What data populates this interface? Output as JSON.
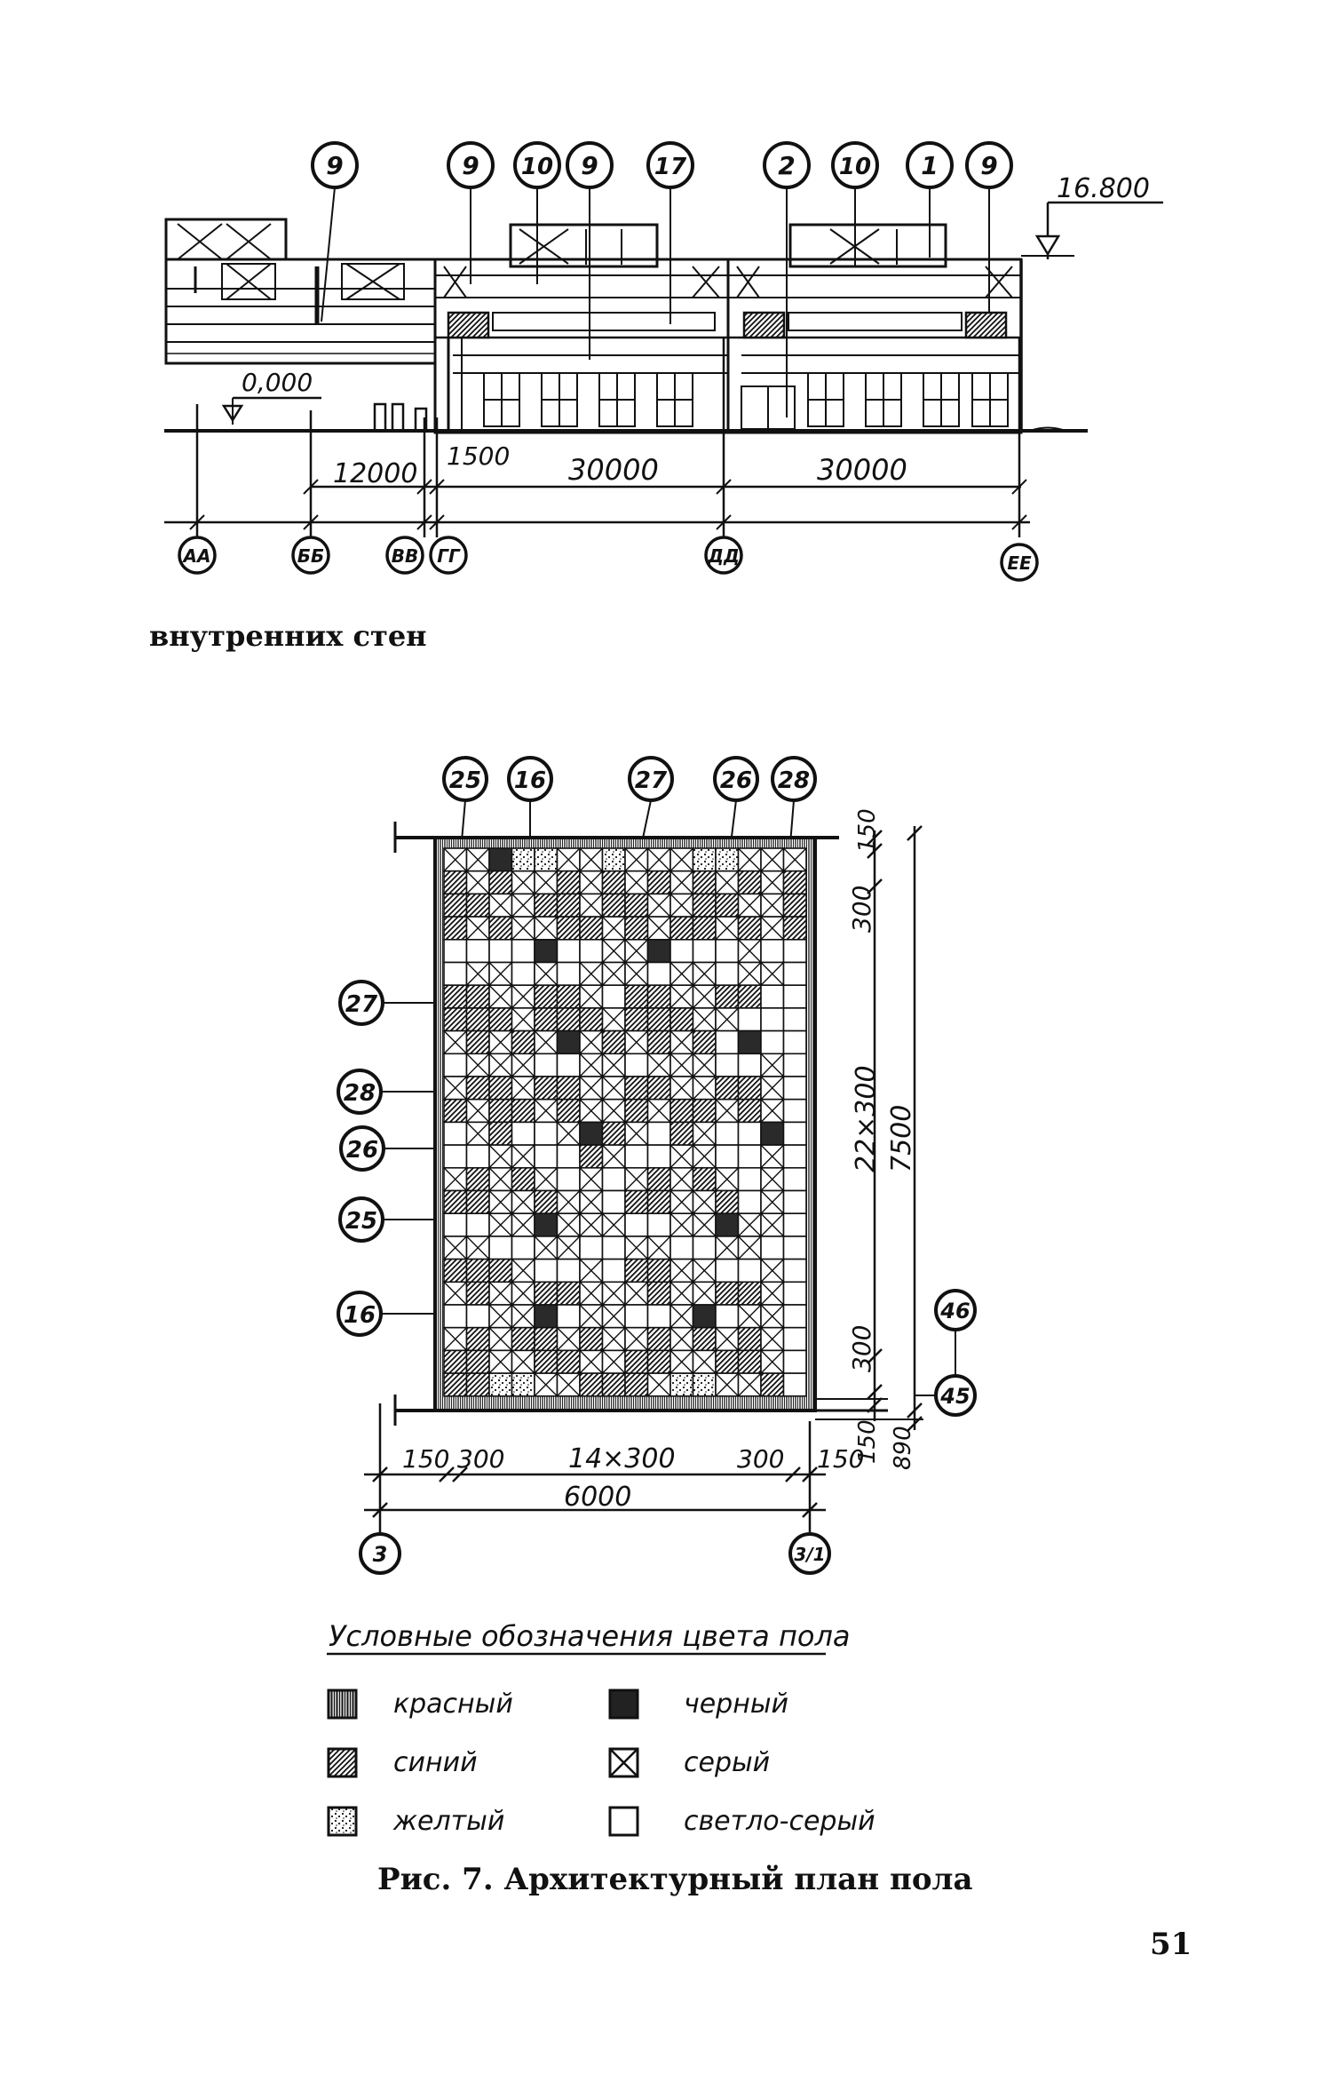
{
  "section_heading": "внутренних стен",
  "elevation": {
    "top_level": "16.800",
    "ground_level": "0,000",
    "callouts": [
      "9",
      "9",
      "10",
      "9",
      "17",
      "2",
      "10",
      "1",
      "9"
    ],
    "dimensions": [
      "12000",
      "1500",
      "30000",
      "30000"
    ],
    "axes": [
      "АА",
      "ББ",
      "ВВ",
      "ГГ",
      "ДД",
      "ЕЕ"
    ]
  },
  "floor_plan": {
    "top_callouts": [
      "25",
      "16",
      "27",
      "26",
      "28"
    ],
    "left_callouts": [
      "27",
      "28",
      "26",
      "25",
      "16"
    ],
    "right_dims": [
      "150",
      "300",
      "22×300",
      "7500",
      "300",
      "150",
      "890"
    ],
    "bottom_dims": [
      "150",
      "300",
      "14×300",
      "300",
      "150",
      "6000"
    ],
    "axes": [
      "3",
      "3/1"
    ],
    "right_axes": [
      "46",
      "45"
    ]
  },
  "legend": {
    "title": "Условные обозначения цвета пола",
    "items": [
      {
        "key": "red",
        "label": "красный"
      },
      {
        "key": "black",
        "label": "черный"
      },
      {
        "key": "blue",
        "label": "синий"
      },
      {
        "key": "gray",
        "label": "серый"
      },
      {
        "key": "yellow",
        "label": "желтый"
      },
      {
        "key": "lightgray",
        "label": "светло-серый"
      }
    ]
  },
  "caption": "Рис. 7. Архитектурный план пола",
  "page_number": "51"
}
